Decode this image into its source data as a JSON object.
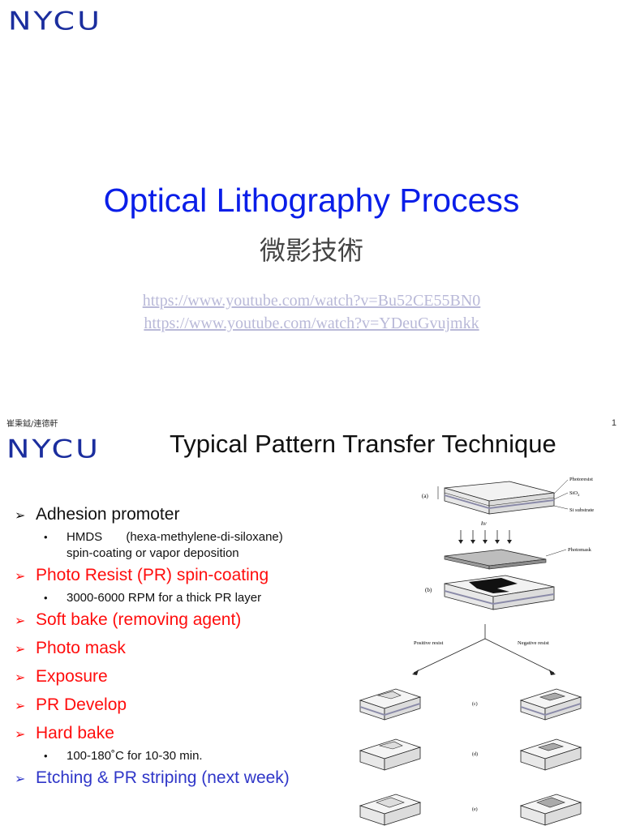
{
  "slide1": {
    "logo": "NYCU",
    "title": "Optical Lithography Process",
    "subtitle": "微影技術",
    "links": [
      "https://www.youtube.com/watch?v=Bu52CE55BN0",
      "https://www.youtube.com/watch?v=YDeuGvujmkk"
    ]
  },
  "slide2": {
    "author": "崔秉鉞/連德軒",
    "page_number": "1",
    "logo": "NYCU",
    "title": "Typical Pattern Transfer Technique",
    "bullets": [
      {
        "text": "Adhesion promoter",
        "color": "#111111",
        "sub": [
          "HMDS       (hexa-methylene-di-siloxane)\nspin-coating or vapor deposition"
        ]
      },
      {
        "text": "Photo Resist (PR) spin-coating",
        "color": "#ff0d0d",
        "sub": [
          "3000-6000 RPM for a thick PR layer"
        ]
      },
      {
        "text": "Soft bake (removing agent)",
        "color": "#ff0d0d",
        "sub": []
      },
      {
        "text": "Photo mask",
        "color": "#ff0d0d",
        "sub": []
      },
      {
        "text": "Exposure",
        "color": "#ff0d0d",
        "sub": []
      },
      {
        "text": "PR Develop",
        "color": "#ff0d0d",
        "sub": []
      },
      {
        "text": "Hard bake",
        "color": "#ff0d0d",
        "sub": [
          "100-180˚C for 10-30 min."
        ]
      },
      {
        "text": "Etching & PR striping (next week)",
        "color": "#2f36c8",
        "sub": []
      }
    ],
    "diagram": {
      "label_a": "(a)",
      "label_b": "(b)",
      "label_c": "(c)",
      "label_d": "(d)",
      "label_e": "(e)",
      "photoresist": "Photoresist",
      "sio2": "SiO",
      "sio2_sub": "2",
      "si_substrate": "Si substrate",
      "hv": "hv",
      "photomask": "Photomask",
      "positive": "Positive resist",
      "negative": "Negative resist"
    }
  }
}
